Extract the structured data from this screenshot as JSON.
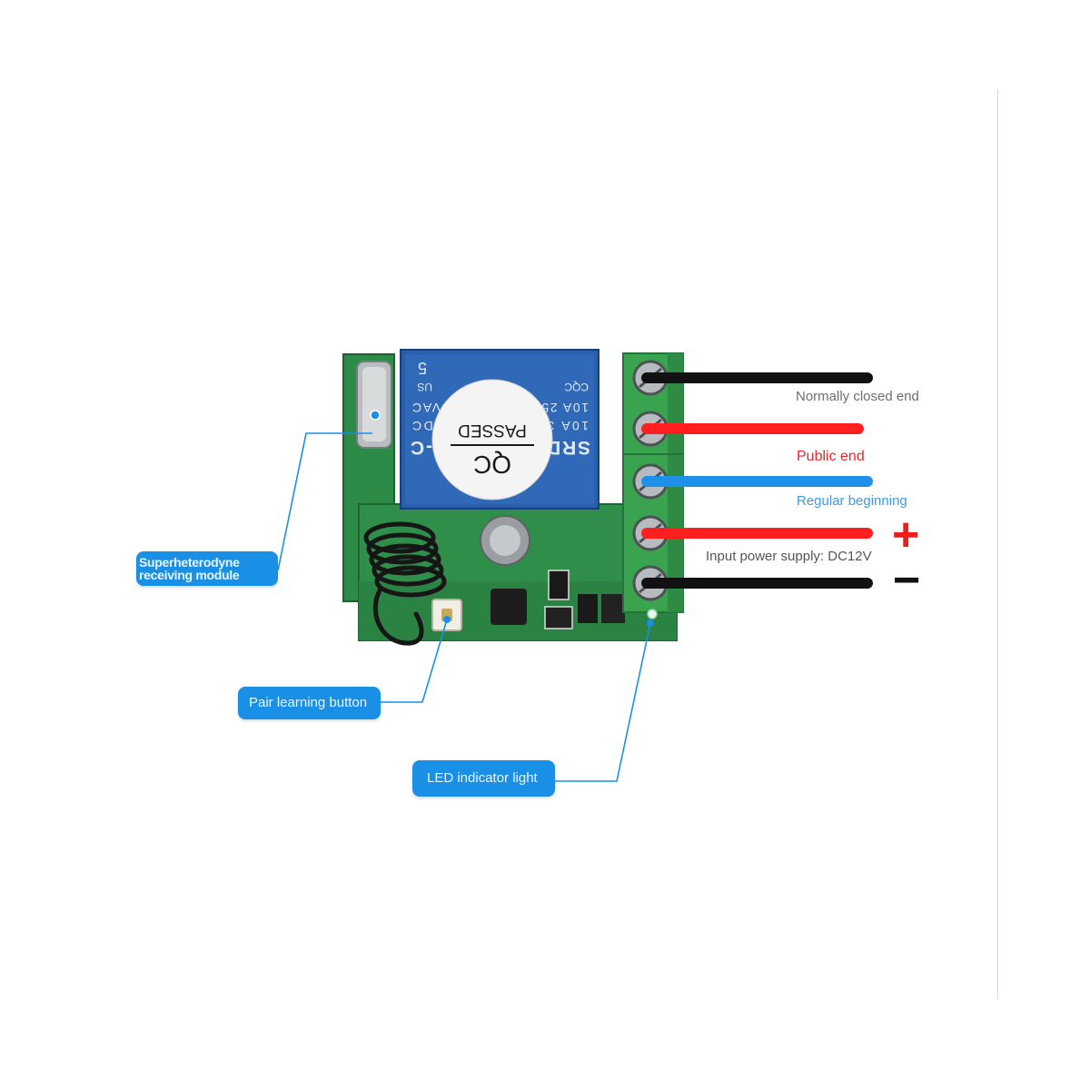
{
  "relay": {
    "model": "SRD-12VDC-SL-C",
    "rating_1": "10A 30VDC 10A 28VDC",
    "rating_2": "10A 250VAC 10A 125VAC",
    "qc_1": "QC",
    "qc_2": "PASSED",
    "mark_us": "US",
    "mark_5": "5",
    "mark_cqc": "CQC"
  },
  "terminals": [
    {
      "label": "Normally closed end",
      "wire_color": "#111111",
      "label_color": "#6e6e6e"
    },
    {
      "label": "Public end",
      "wire_color": "#ff1f1f",
      "label_color": "#e0262e"
    },
    {
      "label": "Regular beginning",
      "wire_color": "#1e90e8",
      "label_color": "#3d9be0"
    },
    {
      "label": "Input power supply: DC12V",
      "wire_color": "#ff1f1f",
      "label_color": "#555555"
    },
    {
      "label": "",
      "wire_color": "#111111",
      "label_color": "#555555"
    }
  ],
  "polarity": {
    "plus": "+",
    "minus": "−",
    "plus_color": "#ee1c1c",
    "minus_color": "#111111"
  },
  "callouts": {
    "module_line1": "Superheterodyne",
    "module_line2": "receiving module",
    "button": "Pair learning button",
    "led": "LED indicator light",
    "color": "#1a8fe6"
  },
  "pcb": {
    "board_color": "#2f8f4a",
    "terminal_block_color": "#3aa34f",
    "relay_color": "#2a5fae"
  }
}
